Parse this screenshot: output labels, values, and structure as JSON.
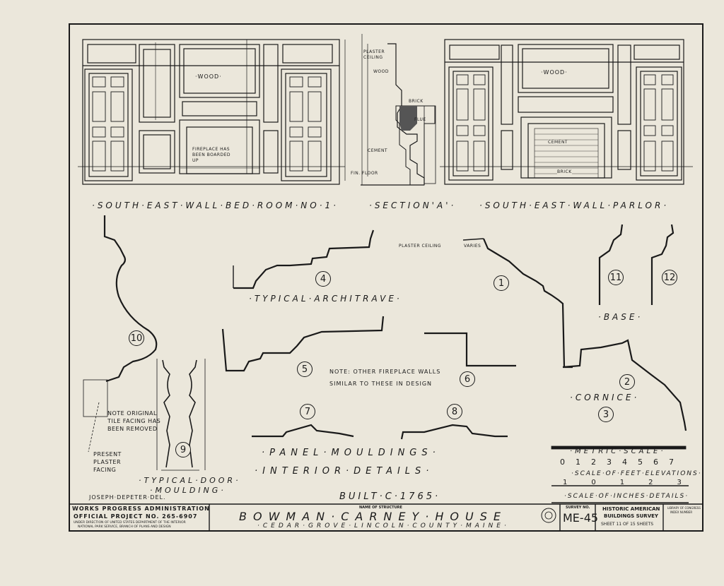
{
  "elevations": {
    "bedroom_caption": "·SOUTH·EAST·WALL·BED·ROOM·NO·1·",
    "section_caption": "·SECTION'A'·",
    "parlor_caption": "·SOUTH·EAST·WALL·PARLOR·",
    "labels": {
      "wood_left": "·WOOD·",
      "wood_right": "·WOOD·",
      "fireplace_note": "FIREPLACE HAS BEEN BOARDED UP",
      "plaster_ceiling": "PLASTER CEILING",
      "wood_section": "WOOD",
      "brick": "BRICK",
      "flue": "FLUE",
      "cement_section": "CEMENT",
      "fin_floor": "FIN. FLOOR",
      "cement_parlor": "CEMENT",
      "brick_parlor": "BRICK"
    }
  },
  "details": {
    "plaster_ceiling": "PLASTER CEILING",
    "varies": "VARIES",
    "typical_architrave": "·TYPICAL·ARCHITRAVE·",
    "base": "·BASE·",
    "cornice": "·CORNICE·",
    "note_fireplace": "NOTE: OTHER FIREPLACE WALLS SIMILAR TO THESE IN DESIGN",
    "note_tile": "NOTE ORIGINAL TILE FACING HAS BEEN REMOVED",
    "present_plaster": "PRESENT PLASTER FACING",
    "typical_door": "·TYPICAL·DOOR·",
    "moulding": "·MOULDING·",
    "panel_mouldings": "·PANEL·MOULDINGS·",
    "interior_details": "·INTERIOR·DETAILS·",
    "built": "BUILT·C·1765·",
    "delineator": "JOSEPH·DEPETER·DEL.",
    "numbers": [
      "1",
      "2",
      "3",
      "4",
      "5",
      "6",
      "7",
      "8",
      "9",
      "10",
      "11",
      "12"
    ]
  },
  "scales": {
    "metric_label": "·METRIC·SCALE·",
    "metric_ticks": [
      "0",
      "1",
      "2",
      "3",
      "4",
      "5",
      "6",
      "7"
    ],
    "feet_label": "·SCALE·OF·FEET·ELEVATIONS·",
    "feet_ticks": [
      "1",
      "0",
      "1",
      "2",
      "3"
    ],
    "inches_label": "·SCALE·OF·INCHES·DETAILS·"
  },
  "title_block": {
    "wpa_line1": "WORKS PROGRESS ADMINISTRATION",
    "wpa_line2": "OFFICIAL PROJECT NO. 265-6907",
    "wpa_line3": "UNDER DIRECTION OF UNITED STATES DEPARTMENT OF THE INTERIOR",
    "wpa_line4": "NATIONAL PARK SERVICE, BRANCH OF PLANS AND DESIGN",
    "name_of_structure_label": "NAME OF STRUCTURE",
    "structure_name": "BOWMAN·CARNEY·HOUSE",
    "location": "·CEDAR·GROVE·LINCOLN·COUNTY·MAINE·",
    "survey_no_label": "SURVEY NO.",
    "survey_no": "ME-45",
    "habs_line1": "HISTORIC AMERICAN",
    "habs_line2": "BUILDINGS SURVEY",
    "sheet_info": "SHEET 11 OF 15 SHEETS",
    "loc_line1": "LIBRARY OF CONGRESS",
    "loc_line2": "INDEX NUMBER"
  }
}
